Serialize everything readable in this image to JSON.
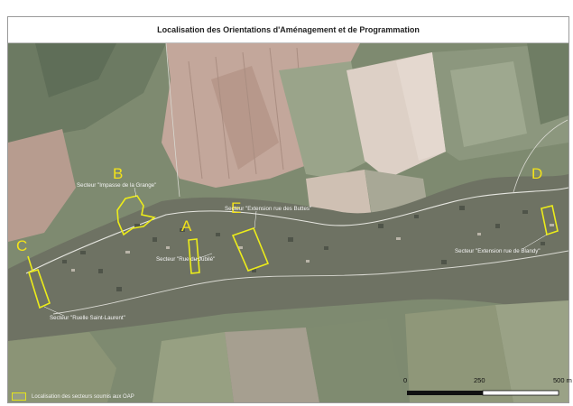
{
  "title": "Localisation des Orientations d'Aménagement et de Programmation",
  "sectors": {
    "A": {
      "letter": "A",
      "label": "Secteur \"Rue du Jubilé\""
    },
    "B": {
      "letter": "B",
      "label": "Secteur \"Impasse de la Grange\""
    },
    "C": {
      "letter": "C",
      "label": "Secteur \"Ruelle Saint-Laurent\""
    },
    "D": {
      "letter": "D",
      "label": "Secteur \"Extension rue de Blandy\""
    },
    "E": {
      "letter": "E",
      "label": "Secteur \"Extension rue des Buttes\""
    }
  },
  "legend": {
    "label": "Localisation des secteurs soumis aux OAP"
  },
  "scale": {
    "ticks": [
      "0",
      "250",
      "500 m"
    ]
  },
  "colors": {
    "sector_outline": "#ecec1a",
    "legend_text": "#f0f0f0"
  }
}
